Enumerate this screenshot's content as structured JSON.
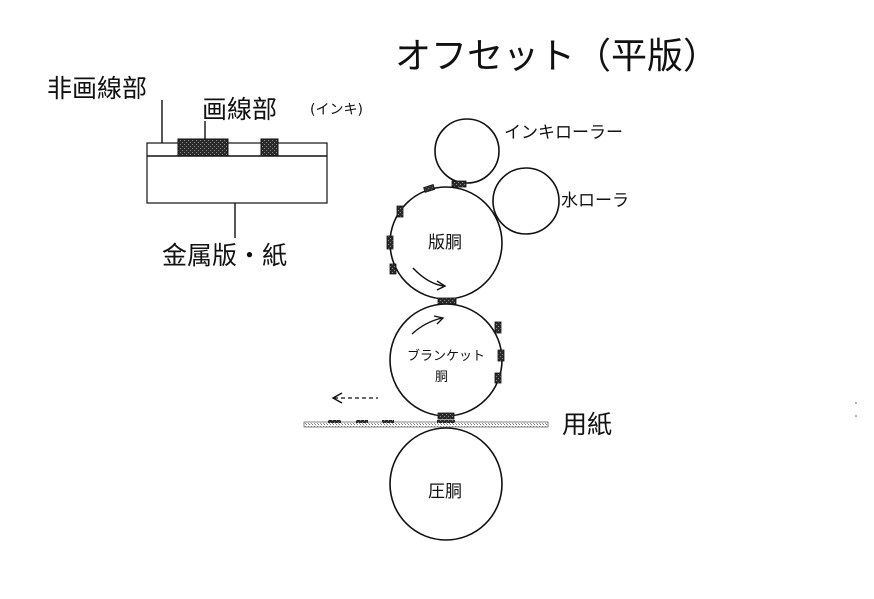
{
  "title": "オフセット（平版）",
  "plate_diagram": {
    "non_image_label": "非画線部",
    "image_label": "画線部",
    "image_note": "(インキ)",
    "base_label": "金属版・紙"
  },
  "rollers": {
    "ink": "インキローラー",
    "water": "水ローラ",
    "plate": "版胴",
    "blanket_line1": "ブランケット",
    "blanket_line2": "胴",
    "impression": "圧胴"
  },
  "paper_label": "用紙",
  "colors": {
    "ink": "#222222",
    "line": "#111111"
  }
}
